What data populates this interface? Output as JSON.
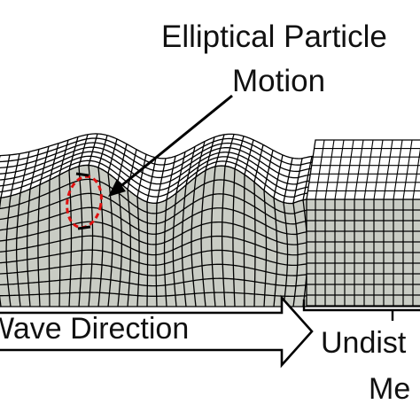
{
  "annotation": {
    "line1": "Elliptical Particle",
    "line2": "Motion"
  },
  "direction_label": "Wave Direction",
  "medium_label": {
    "line1": "Undist",
    "line2": "Me"
  },
  "colors": {
    "grid": "#000000",
    "medium_fill": "#c9ccc4",
    "top_fill": "#ffffff",
    "ellipse": "#e01010",
    "arrow_fill": "#ffffff",
    "text": "#111111"
  }
}
